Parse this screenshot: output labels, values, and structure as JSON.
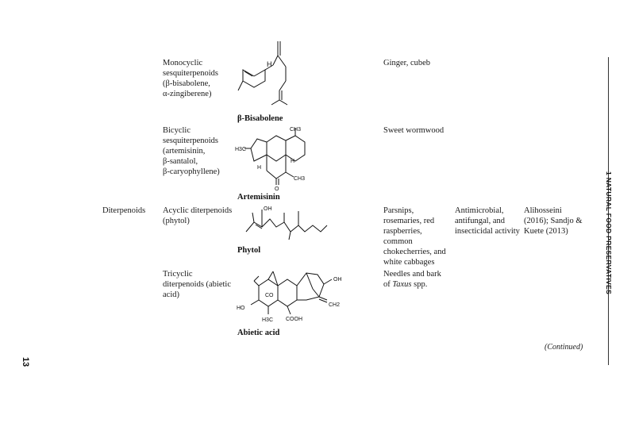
{
  "running_header": "1 NATURAL FOOD PRESERVATIVES",
  "page_number": "13",
  "continued": "(Continued)",
  "rows": [
    {
      "class": "",
      "subclass": [
        "Monocyclic",
        "sesquiterpenoids",
        "(β-bisabolene,",
        "α-zingiberene)"
      ],
      "compound": "β-Bisabolene",
      "sources": [
        "Ginger, cubeb"
      ],
      "activity": [],
      "reference": []
    },
    {
      "class": "",
      "subclass": [
        "Bicyclic",
        "sesquiterpenoids",
        "(artemisinin,",
        "β-santalol,",
        "β-caryophyllene)"
      ],
      "compound": "Artemisinin",
      "sources": [
        "Sweet wormwood"
      ],
      "activity": [],
      "reference": []
    },
    {
      "class": "Diterpenoids",
      "subclass": [
        "Acyclic diterpenoids",
        "(phytol)"
      ],
      "compound": "Phytol",
      "sources": [
        "Parsnips,",
        "rosemaries, red",
        "raspberries,",
        "common",
        "chokecherries, and",
        "white cabbages"
      ],
      "activity": [
        "Antimicrobial,",
        "antifungal, and",
        "insecticidal activity"
      ],
      "reference": [
        "Alihosseini",
        "(2016); Sandjo &",
        "Kuete (2013)"
      ]
    },
    {
      "class": "",
      "subclass": [
        "Tricyclic",
        "diterpenoids (abietic",
        "acid)"
      ],
      "compound": "Abietic acid",
      "sources": [
        "Needles and bark",
        "of ",
        "Taxus",
        " spp."
      ],
      "activity": [],
      "reference": []
    }
  ],
  "atom_labels": {
    "bisabolene_h": "H",
    "artemisinin_ch3_top": "CH3",
    "artemisinin_h3c": "H3C",
    "artemisinin_h_left": "H",
    "artemisinin_h_right": "H",
    "artemisinin_o": "O",
    "artemisinin_ch3_bottom": "CH3",
    "phytol_oh": "OH",
    "abietic_oh_top": "OH",
    "abietic_co": "CO",
    "abietic_ho": "HO",
    "abietic_h3c": "H3C",
    "abietic_cooh": "COOH",
    "abietic_ch2": "CH2"
  }
}
